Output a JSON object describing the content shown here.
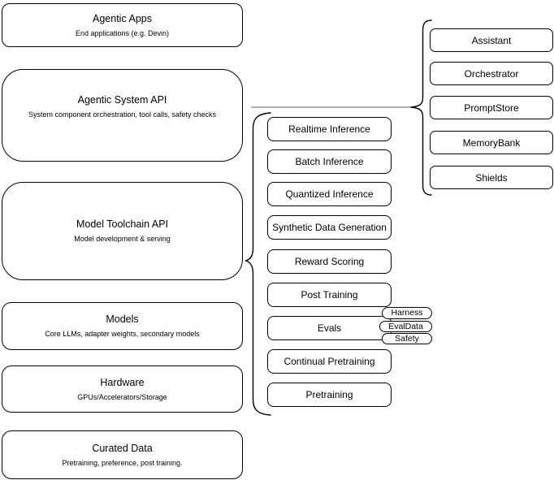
{
  "left_stack": [
    {
      "title": "Agentic Apps",
      "subtitle": "End applications (e.g. Devin)"
    },
    {
      "title": "Agentic System API",
      "subtitle": "System component orchestration, tool calls, safety checks"
    },
    {
      "title": "Model Toolchain API",
      "subtitle": "Model development & serving"
    },
    {
      "title": "Models",
      "subtitle": "Core LLMs, adapter weights, secondary models"
    },
    {
      "title": "Hardware",
      "subtitle": "GPUs/Accelerators/Storage"
    },
    {
      "title": "Curated Data",
      "subtitle": "Pretraining, preference, post training."
    }
  ],
  "toolchain": {
    "boxes": [
      "Realtime Inference",
      "Batch Inference",
      "Quantized Inference",
      "Synthetic Data Generation",
      "Reward Scoring",
      "Post Training",
      "Evals",
      "Continual Pretraining",
      "Pretraining"
    ],
    "eval_tags": [
      "Harness",
      "EvalData",
      "Safety"
    ]
  },
  "system_components": [
    "Assistant",
    "Orchestrator",
    "PromptStore",
    "MemoryBank",
    "Shields"
  ],
  "colors": {
    "shape_stroke": "#000000",
    "connector_line": "#808080",
    "canvas_background": "#ffffff"
  }
}
